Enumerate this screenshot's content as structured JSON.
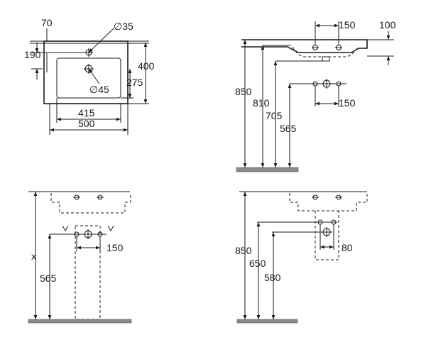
{
  "colors": {
    "line": "#1a1a1a",
    "floor": "#8a8a8a"
  },
  "views": {
    "top_view": {
      "dim_depth_total": "400",
      "dim_top_offset": "70",
      "dim_tap_offset": "190",
      "dim_bowl_depth": "275",
      "dim_bowl_width": "415",
      "dim_width_total": "500",
      "tap_hole_diameter": "∅35",
      "waste_diameter": "∅45"
    },
    "side_view_wall": {
      "dim_tap_spacing": "150",
      "dim_basin_thickness": "100",
      "dim_top_height": "850",
      "dim_rim_height": "810",
      "dim_waste_height": "705",
      "dim_supply_height": "565",
      "dim_supply_spacing": "150"
    },
    "front_view_pedestal": {
      "dim_variable": "x",
      "dim_supply_height": "565",
      "dim_supply_spacing": "150"
    },
    "front_view_semipedestal": {
      "dim_top_height": "850",
      "dim_supply_height": "650",
      "dim_waste_height": "580",
      "dim_waste_spacing": "80"
    }
  }
}
